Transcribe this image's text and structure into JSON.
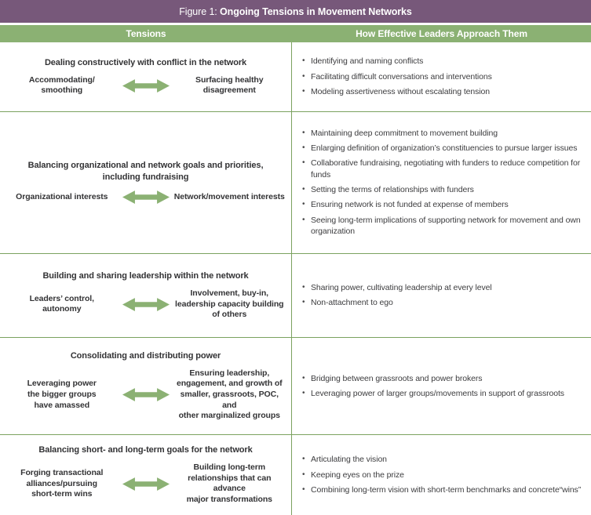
{
  "figure": {
    "title_prefix": "Figure 1: ",
    "title_bold": "Ongoing Tensions in Movement Networks"
  },
  "columns": {
    "left_header": "Tensions",
    "right_header": "How Effective Leaders Approach Them"
  },
  "colors": {
    "purple_bar": "#77587a",
    "green_bar": "#8bb173",
    "divider_green": "#7ba25f",
    "arrow_green": "#8bb173",
    "header_text": "#ffffff",
    "body_text": "#3d3d3f"
  },
  "icons": {
    "tension_arrow": "double-headed-horizontal-arrow"
  },
  "sections": [
    {
      "title": "Dealing constructively with conflict in the network",
      "pole_left": "Accommodating/\nsmoothing",
      "pole_right": "Surfacing healthy\ndisagreement",
      "approaches": [
        "Identifying and naming conflicts",
        "Facilitating difficult conversations and interventions",
        "Modeling assertiveness without escalating tension"
      ]
    },
    {
      "title": "Balancing organizational and network goals and priorities,\nincluding fundraising",
      "pole_left": "Organizational interests",
      "pole_right": "Network/movement interests",
      "approaches": [
        "Maintaining deep commitment to movement building",
        "Enlarging definition of organization’s constituencies to pursue larger issues",
        "Collaborative fundraising, negotiating with funders to reduce competition for funds",
        "Setting the terms of relationships with funders",
        "Ensuring network is not funded at expense of members",
        "Seeing long-term implications of supporting network for movement and own organization"
      ]
    },
    {
      "title": "Building and sharing leadership within the network",
      "pole_left": "Leaders’ control,\nautonomy",
      "pole_right": "Involvement, buy-in,\nleadership capacity building\nof others",
      "approaches": [
        "Sharing power, cultivating leadership at every level",
        "Non-attachment to ego"
      ]
    },
    {
      "title": "Consolidating and distributing power",
      "pole_left": "Leveraging power\nthe bigger groups\nhave amassed",
      "pole_right": "Ensuring leadership,\nengagement, and growth of\nsmaller, grassroots, POC, and\nother marginalized groups",
      "approaches": [
        "Bridging between grassroots and power brokers",
        "Leveraging power of larger groups/movements in support of grassroots"
      ]
    },
    {
      "title": "Balancing short- and long-term goals for the network",
      "pole_left": "Forging transactional\nalliances/pursuing\nshort-term wins",
      "pole_right": "Building long-term\nrelationships that can advance\nmajor transformations",
      "approaches": [
        "Articulating the vision",
        "Keeping eyes on the prize",
        "Combining long-term vision with short-term benchmarks and concrete“wins”"
      ]
    }
  ]
}
